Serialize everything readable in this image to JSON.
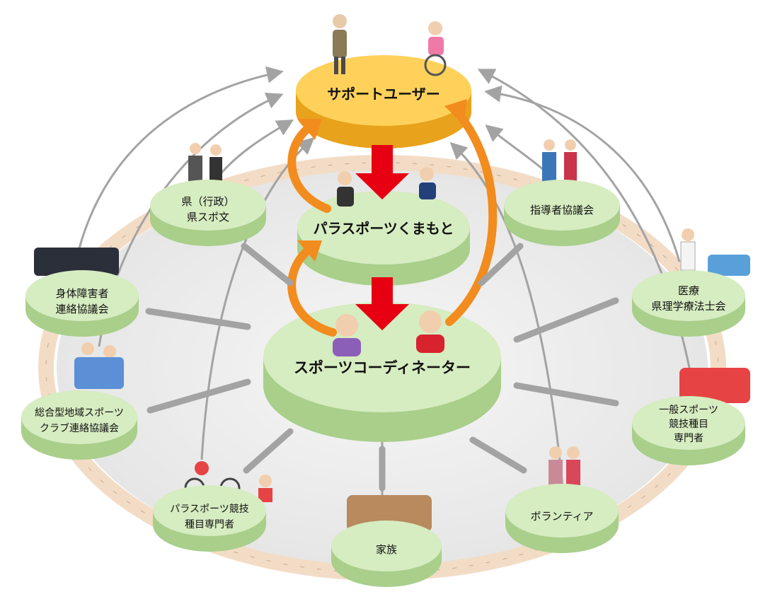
{
  "colors": {
    "disk_green_top": "#d6ecc1",
    "disk_green_side": "#a9cf8b",
    "disk_gold_top": "#ffd15a",
    "disk_gold_side": "#e8a21c",
    "arrow_red": "#e60012",
    "arrow_orange": "#f28c1e",
    "arrow_gray": "#a3a3a3",
    "hands": "#f3dcc6",
    "ground": "#eeeeee"
  },
  "center": {
    "top": {
      "label": "サポートユーザー"
    },
    "middle": {
      "label": "パラスポーツくまもと"
    },
    "bottom": {
      "label": "スポーツコーディネーター"
    }
  },
  "nodes": {
    "prefecture": {
      "lines": [
        "県（行政）",
        "県スポ文"
      ]
    },
    "instructors": {
      "lines": [
        "指導者協議会"
      ]
    },
    "disability_orgs": {
      "lines": [
        "身体障害者",
        "連絡協議会"
      ]
    },
    "medical": {
      "lines": [
        "医療",
        "県理学療法士会"
      ]
    },
    "sports_clubs": {
      "lines": [
        "総合型地域スポーツ",
        "クラブ連絡協議会"
      ]
    },
    "general_sports": {
      "lines": [
        "一般スポーツ",
        "競技種目",
        "専門者"
      ]
    },
    "para_experts": {
      "lines": [
        "パラスポーツ競技",
        "種目専門者"
      ]
    },
    "volunteers": {
      "lines": [
        "ボランティア"
      ]
    },
    "family": {
      "lines": [
        "家族"
      ]
    }
  }
}
